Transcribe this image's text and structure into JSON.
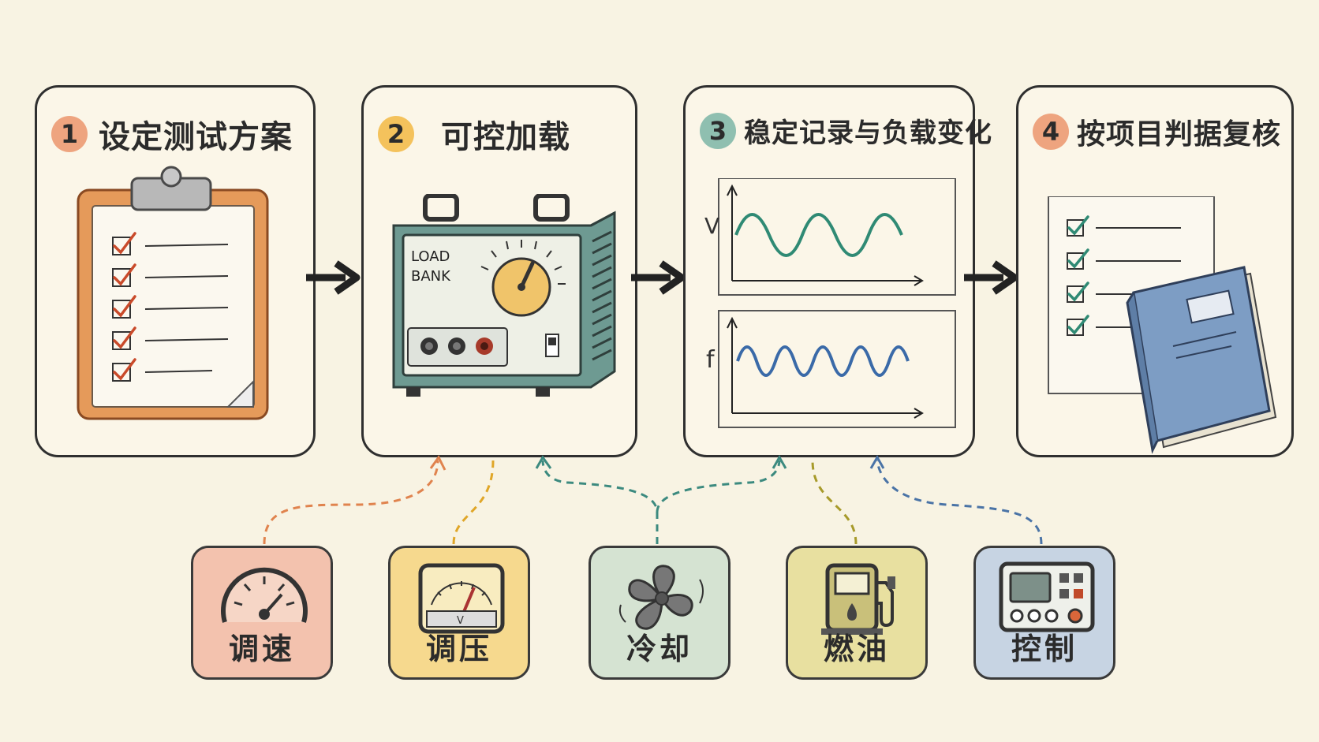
{
  "steps": [
    {
      "number": "1",
      "title": "设定测试方案",
      "color": "#eea47f"
    },
    {
      "number": "2",
      "title": "可控加载",
      "color": "#f4c25c"
    },
    {
      "number": "3",
      "title": "稳定记录与负载变化",
      "color": "#8fbfb0"
    },
    {
      "number": "4",
      "title": "按项目判据复核",
      "color": "#eea47f"
    }
  ],
  "load_bank": {
    "line1": "LOAD",
    "line2": "BANK"
  },
  "graphs": {
    "top_axis": "V",
    "bottom_axis": "f"
  },
  "factors": [
    {
      "label": "调速",
      "icon": "speedometer-icon",
      "color": "#f3c2ae",
      "line_color": "#e0834e"
    },
    {
      "label": "调压",
      "icon": "voltmeter-icon",
      "color": "#f6d98e",
      "line_color": "#e0a628"
    },
    {
      "label": "冷却",
      "icon": "fan-icon",
      "color": "#d5e3d2",
      "line_color": "#3c8a7f"
    },
    {
      "label": "燃油",
      "icon": "fuel-pump-icon",
      "color": "#e8e0a0",
      "line_color": "#a79a2a"
    },
    {
      "label": "控制",
      "icon": "control-panel-icon",
      "color": "#c7d4e3",
      "line_color": "#4a73a6"
    }
  ]
}
